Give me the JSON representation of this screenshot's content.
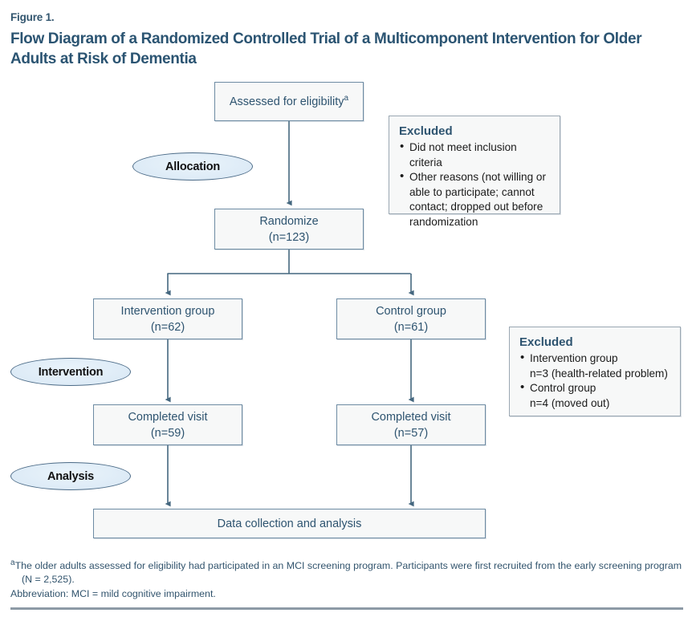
{
  "figure": {
    "label": "Figure 1.",
    "title": "Flow Diagram of a Randomized Controlled Trial of a Multicomponent Intervention for Older Adults at Risk of Dementia"
  },
  "colors": {
    "box_border": "#6d8ba3",
    "box_fill": "#f7f8f8",
    "text_blue": "#2e5470",
    "title_blue": "#2b5472",
    "ellipse_fill": "#e3f0f9",
    "ellipse_border": "#4c6b87",
    "note_border": "#9aa7b2",
    "connector": "#44677f",
    "rule": "#8d9aa6"
  },
  "chart_data": {
    "type": "flowchart",
    "title": "Flow Diagram of a Randomized Controlled Trial of a Multicomponent Intervention for Older Adults at Risk of Dementia",
    "stages": [
      "Allocation",
      "Intervention",
      "Analysis"
    ],
    "nodes": [
      {
        "id": "assessed",
        "label": "Assessed for eligibility",
        "footnote_marker": "a",
        "n": null
      },
      {
        "id": "randomize",
        "label": "Randomize",
        "n": 123,
        "n_text": "(n=123)"
      },
      {
        "id": "intervention_group",
        "label": "Intervention group",
        "n": 62,
        "n_text": "(n=62)"
      },
      {
        "id": "control_group",
        "label": "Control group",
        "n": 61,
        "n_text": "(n=61)"
      },
      {
        "id": "completed_intervention",
        "label": "Completed visit",
        "n": 59,
        "n_text": "(n=59)"
      },
      {
        "id": "completed_control",
        "label": "Completed visit",
        "n": 57,
        "n_text": "(n=57)"
      },
      {
        "id": "data_collection",
        "label": "Data collection and analysis",
        "n": null
      }
    ],
    "edges": [
      {
        "from": "assessed",
        "to": "randomize"
      },
      {
        "from": "randomize",
        "to": "intervention_group"
      },
      {
        "from": "randomize",
        "to": "control_group"
      },
      {
        "from": "intervention_group",
        "to": "completed_intervention"
      },
      {
        "from": "control_group",
        "to": "completed_control"
      },
      {
        "from": "completed_intervention",
        "to": "data_collection"
      },
      {
        "from": "completed_control",
        "to": "data_collection"
      }
    ],
    "exclusions": [
      {
        "after": "assessed",
        "items": [
          "Did not meet inclusion criteria",
          "Other reasons (not willing or able to participate; cannot contact; dropped out before randomization)"
        ]
      },
      {
        "after": "allocation",
        "items": [
          "Intervention group n=3 (health-related problem)",
          "Control group n=4 (moved out)"
        ]
      }
    ]
  },
  "boxes": {
    "assessed": {
      "line1": "Assessed for eligibility",
      "marker": "a"
    },
    "randomize": {
      "line1": "Randomize",
      "line2": "(n=123)"
    },
    "intervention_group": {
      "line1": "Intervention group",
      "line2": "(n=62)"
    },
    "control_group": {
      "line1": "Control group",
      "line2": "(n=61)"
    },
    "completed_intervention": {
      "line1": "Completed visit",
      "line2": "(n=59)"
    },
    "completed_control": {
      "line1": "Completed visit",
      "line2": "(n=57)"
    },
    "data_collection": {
      "line1": "Data collection and analysis"
    }
  },
  "excluded_top": {
    "title": "Excluded",
    "item1": "Did not meet inclusion criteria",
    "item2_line1": "Other reasons (not willing or",
    "item2_line2": "able to participate; cannot",
    "item2_line3": "contact; dropped out before",
    "item2_line4": "randomization"
  },
  "excluded_mid": {
    "title": "Excluded",
    "item1_line1": "Intervention group",
    "item1_line2": "n=3 (health-related problem)",
    "item2_line1": "Control group",
    "item2_line2": "n=4 (moved out)"
  },
  "stages": {
    "allocation": "Allocation",
    "intervention": "Intervention",
    "analysis": "Analysis"
  },
  "footnotes": {
    "marker_a": "a",
    "line_a": "The older adults assessed for eligibility had participated in an MCI screening program. Participants were first recruited from the early screening program (N = 2,525).",
    "abbreviation": "Abbreviation: MCI = mild cognitive impairment."
  }
}
